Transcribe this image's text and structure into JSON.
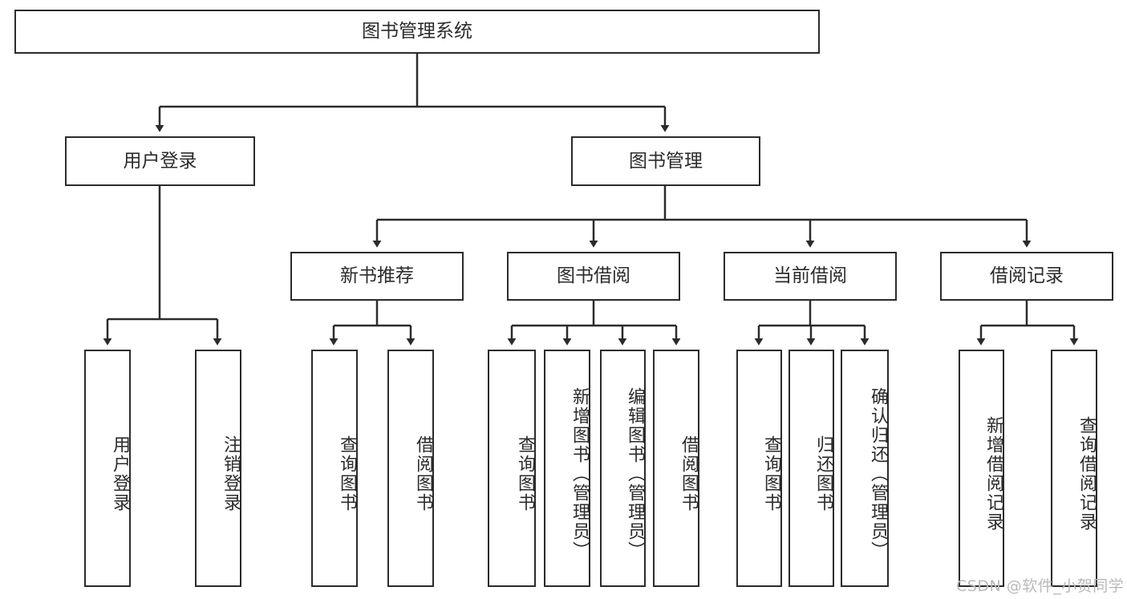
{
  "diagram": {
    "title": "图书管理系统",
    "type": "tree-hierarchy-diagram",
    "watermark": "CSDN @软件_小贺同学",
    "colors": {
      "box_border": "#2b2b2b",
      "box_fill": "#ffffff",
      "edge": "#2b2b2b",
      "text": "#2b2b2b",
      "watermark": "#b9b9b9",
      "background": "#ffffff"
    }
  },
  "nodes": {
    "root": {
      "label": "图书管理系统"
    },
    "level2": [
      {
        "id": "user-login",
        "label": "用户登录"
      },
      {
        "id": "book-manage",
        "label": "图书管理"
      }
    ],
    "level3": [
      {
        "id": "new-book-recommend",
        "label": "新书推荐"
      },
      {
        "id": "book-borrow",
        "label": "图书借阅"
      },
      {
        "id": "current-borrow",
        "label": "当前借阅"
      },
      {
        "id": "borrow-record",
        "label": "借阅记录"
      }
    ],
    "leaves": {
      "user-login": [
        {
          "id": "leaf-user-login",
          "label": "用户登录"
        },
        {
          "id": "leaf-user-logout",
          "label": "注销登录"
        }
      ],
      "new-book-recommend": [
        {
          "id": "leaf-query-book-1",
          "label": "查询图书"
        },
        {
          "id": "leaf-borrow-book-1",
          "label": "借阅图书"
        }
      ],
      "book-borrow": [
        {
          "id": "leaf-query-book-2",
          "label": "查询图书"
        },
        {
          "id": "leaf-add-book",
          "label": "新增图书（管理员）"
        },
        {
          "id": "leaf-edit-book",
          "label": "编辑图书（管理员）"
        },
        {
          "id": "leaf-borrow-book-2",
          "label": "借阅图书"
        }
      ],
      "current-borrow": [
        {
          "id": "leaf-query-book-3",
          "label": "查询图书"
        },
        {
          "id": "leaf-return-book",
          "label": "归还图书"
        },
        {
          "id": "leaf-confirm-return",
          "label": "确认归还（管理员）"
        }
      ],
      "borrow-record": [
        {
          "id": "leaf-add-record",
          "label": "新增借阅记录"
        },
        {
          "id": "leaf-query-record",
          "label": "查询借阅记录"
        }
      ]
    }
  },
  "chart_data": {
    "type": "table",
    "title": "图书管理系统",
    "hierarchy": [
      {
        "label": "图书管理系统",
        "children": [
          {
            "label": "用户登录",
            "children": [
              {
                "label": "用户登录"
              },
              {
                "label": "注销登录"
              }
            ]
          },
          {
            "label": "图书管理",
            "children": [
              {
                "label": "新书推荐",
                "children": [
                  {
                    "label": "查询图书"
                  },
                  {
                    "label": "借阅图书"
                  }
                ]
              },
              {
                "label": "图书借阅",
                "children": [
                  {
                    "label": "查询图书"
                  },
                  {
                    "label": "新增图书（管理员）"
                  },
                  {
                    "label": "编辑图书（管理员）"
                  },
                  {
                    "label": "借阅图书"
                  }
                ]
              },
              {
                "label": "当前借阅",
                "children": [
                  {
                    "label": "查询图书"
                  },
                  {
                    "label": "归还图书"
                  },
                  {
                    "label": "确认归还（管理员）"
                  }
                ]
              },
              {
                "label": "借阅记录",
                "children": [
                  {
                    "label": "新增借阅记录"
                  },
                  {
                    "label": "查询借阅记录"
                  }
                ]
              }
            ]
          }
        ]
      }
    ]
  }
}
